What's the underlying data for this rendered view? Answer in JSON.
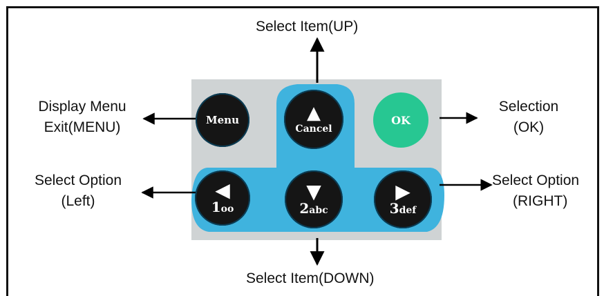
{
  "labels": {
    "up": "Select Item(UP)",
    "down": "Select Item(DOWN)",
    "menu_line1": "Display Menu",
    "menu_line2": "Exit(MENU)",
    "ok_line1": "Selection",
    "ok_line2": "(OK)",
    "left_line1": "Select Option",
    "left_line2": "(Left)",
    "right_line1": "Select Option",
    "right_line2": "(RIGHT)"
  },
  "keypad": {
    "menu": "Menu",
    "cancel": "Cancel",
    "ok": "OK",
    "key1_digit": "1",
    "key1_letters": "oo",
    "key2_digit": "2",
    "key2_letters": "abc",
    "key3_digit": "3",
    "key3_letters": "def"
  },
  "colors": {
    "pad_blue": "#3fb3de",
    "button_dark": "#151515",
    "ok_green": "#27c792",
    "panel_gray": "#cfd3d4"
  }
}
